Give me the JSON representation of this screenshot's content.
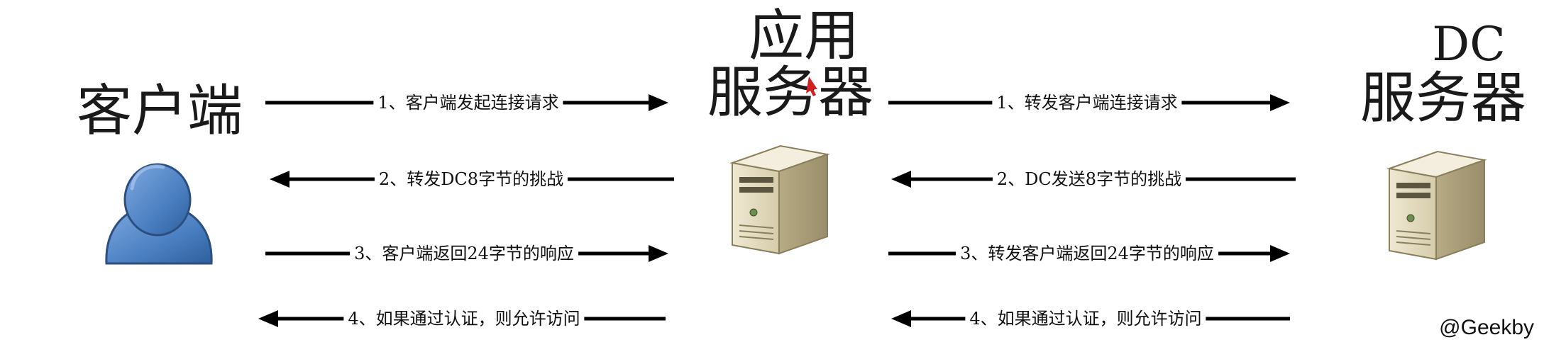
{
  "nodes": {
    "client": {
      "line1": "客户端"
    },
    "app_server": {
      "line1": "应用",
      "line2": "服务器"
    },
    "dc_server": {
      "line1": "DC",
      "line2": "服务器"
    }
  },
  "left_flow": {
    "step1": "1、客户端发起连接请求",
    "step2": "2、转发DC8字节的挑战",
    "step3": "3、客户端返回24字节的响应",
    "step4": "4、如果通过认证，则允许访问"
  },
  "right_flow": {
    "step1": "1、转发客户端连接请求",
    "step2": "2、DC发送8字节的挑战",
    "step3": "3、转发客户端返回24字节的响应",
    "step4": "4、如果通过认证，则允许访问"
  },
  "watermark": "@Geekby",
  "icons": {
    "client": "user-icon",
    "app_server": "server-icon",
    "dc_server": "server-icon"
  },
  "colors": {
    "user_body": "#4a7fc1",
    "server_body": "#d9cfae",
    "arrow": "#000000"
  }
}
